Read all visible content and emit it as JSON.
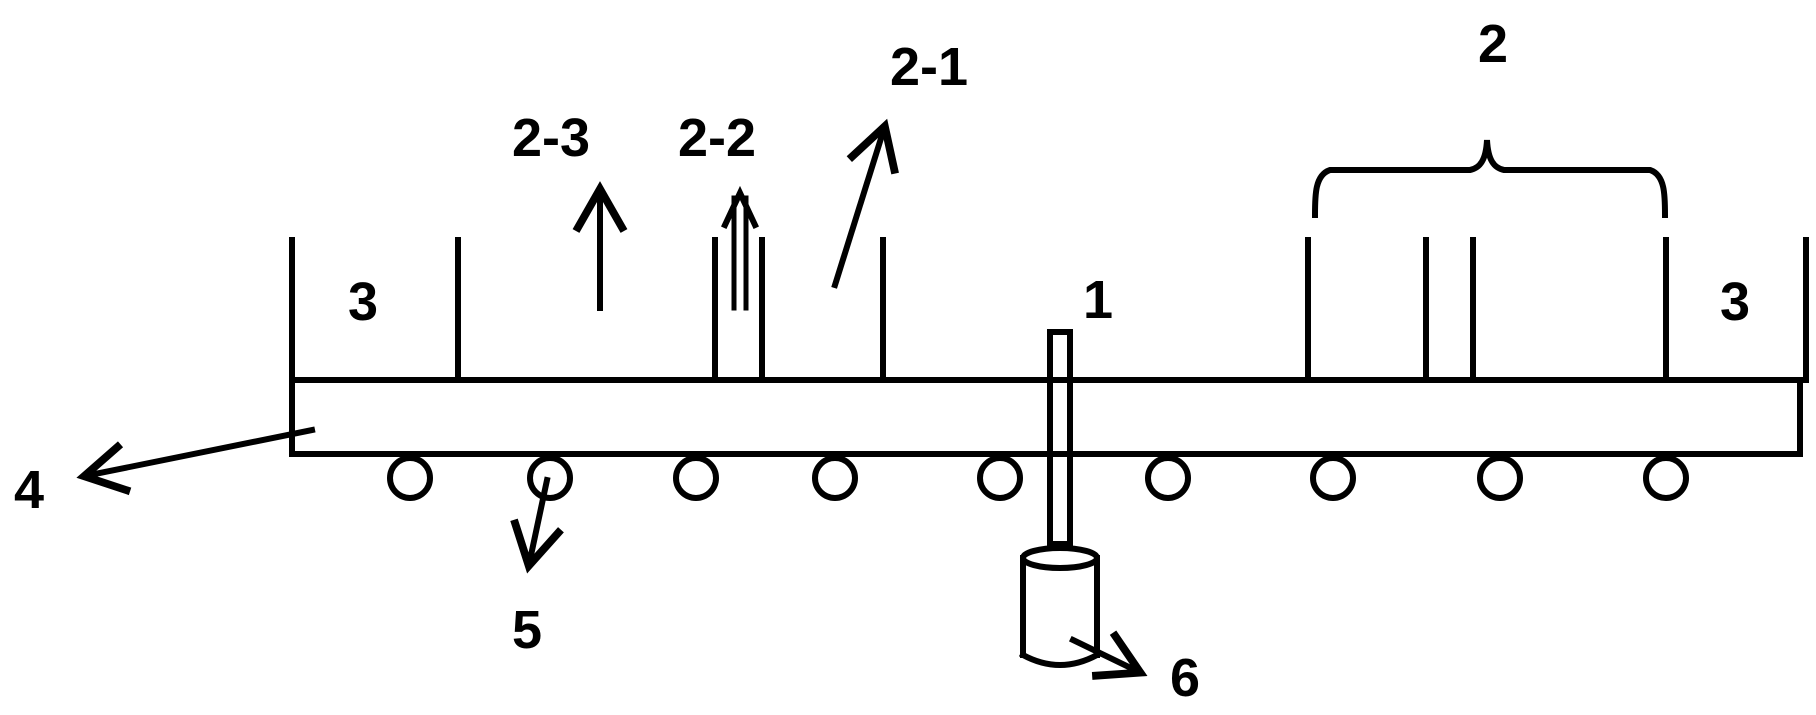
{
  "labels": {
    "conveyor": "1",
    "group": "2",
    "part_2_1": "2-1",
    "part_2_2": "2-2",
    "part_2_3": "2-3",
    "end_left": "3",
    "end_right": "3",
    "base_plate": "4",
    "roller": "5",
    "motor": "6"
  },
  "colors": {
    "line": "#000000",
    "background": "#ffffff"
  }
}
